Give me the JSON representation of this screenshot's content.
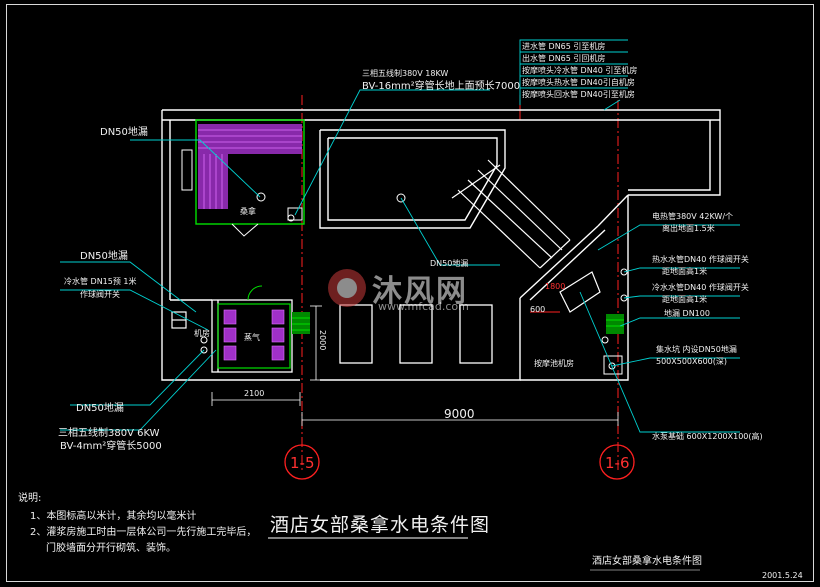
{
  "drawing": {
    "title": "酒店女部桑拿水电条件图",
    "subtitle": "酒店女部桑拿水电条件图",
    "date": "2001.5.24"
  },
  "notes": {
    "heading": "说明:",
    "line1": "1、本图标高以米计，其余均以毫米计",
    "line2": "2、灌浆房施工时由一层体公司一先行施工完毕后，",
    "line3": "门胶墙面分开行砌筑、装饰。"
  },
  "pipe_legend": [
    "进水管 DN65 引至机房",
    "出水管 DN65 引回机房",
    "按摩喷头冷水管 DN40 引至机房",
    "按摩喷头热水管 DN40引自机房",
    "按摩喷头回水管 DN40引至机房"
  ],
  "callouts": {
    "power_top_a": "三相五线制380V 18KW",
    "power_top_b": "BV-16mm²穿管长地上面预长7000",
    "drain_left": "DN50地漏",
    "drain_mid": "DN50地漏",
    "drain_mid_left": "DN50地漏",
    "cold_water": "冷水管 DN15预 1米",
    "cold_water_sub": "作球阀开关",
    "drain_low": "DN50地漏",
    "power_low_a": "三相五线制380V 6KW",
    "power_low_b": "BV-4mm²穿管长5000",
    "heater_a": "电热管380V 42KW/个",
    "heater_b": "离出地面1.5米",
    "hot_a": "热水水管DN40 作球阀开关",
    "hot_b": "距地面高1米",
    "cold_a": "冷水水管DN40 作球阀开关",
    "cold_b": "距地面高1米",
    "floor_drain": "地漏 DN100",
    "pit_a": "集水坑 内设DN50地漏",
    "pit_b": "500X500X600(深)",
    "foundation": "水泵基础 600X1200X100(高)"
  },
  "room_labels": {
    "sauna": "桑拿",
    "steam": "蒸气",
    "machine": "机房",
    "pool_machine": "按摩池机房"
  },
  "dimensions": {
    "d2100": "2100",
    "d2000": "2000",
    "d9000": "9000",
    "d600": "600",
    "d1800": "1800"
  },
  "axes": {
    "left": "1-5",
    "right": "1-6"
  },
  "watermark": {
    "brand": "沐风网",
    "url": "www.mfcad.com"
  },
  "colors": {
    "wall": "#ffffff",
    "sauna_fill": "#c040e0",
    "green": "#00e000",
    "cyan": "#00d0d0",
    "red": "#ff2020",
    "yellow": "#ffff00",
    "hatch": "#00c000"
  }
}
